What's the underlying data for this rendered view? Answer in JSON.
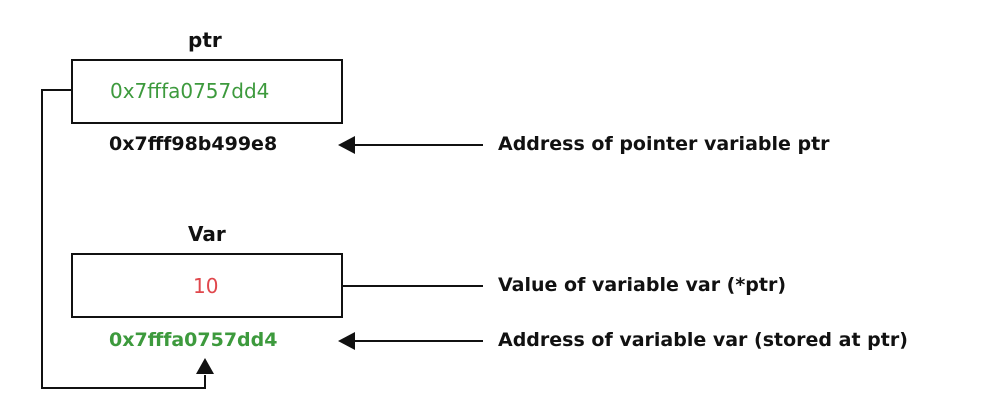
{
  "colors": {
    "green": "#3d9a3d",
    "red": "#e0474c",
    "line": "#111111"
  },
  "ptr": {
    "name": "ptr",
    "value": "0x7fffa0757dd4",
    "address": "0x7fff98b499e8"
  },
  "var": {
    "name": "Var",
    "value": "10",
    "address": "0x7fffa0757dd4"
  },
  "annotations": {
    "ptr_address": "Address of pointer variable ptr",
    "var_value": "Value of variable var (*ptr)",
    "var_address": "Address of variable var (stored at ptr)"
  }
}
